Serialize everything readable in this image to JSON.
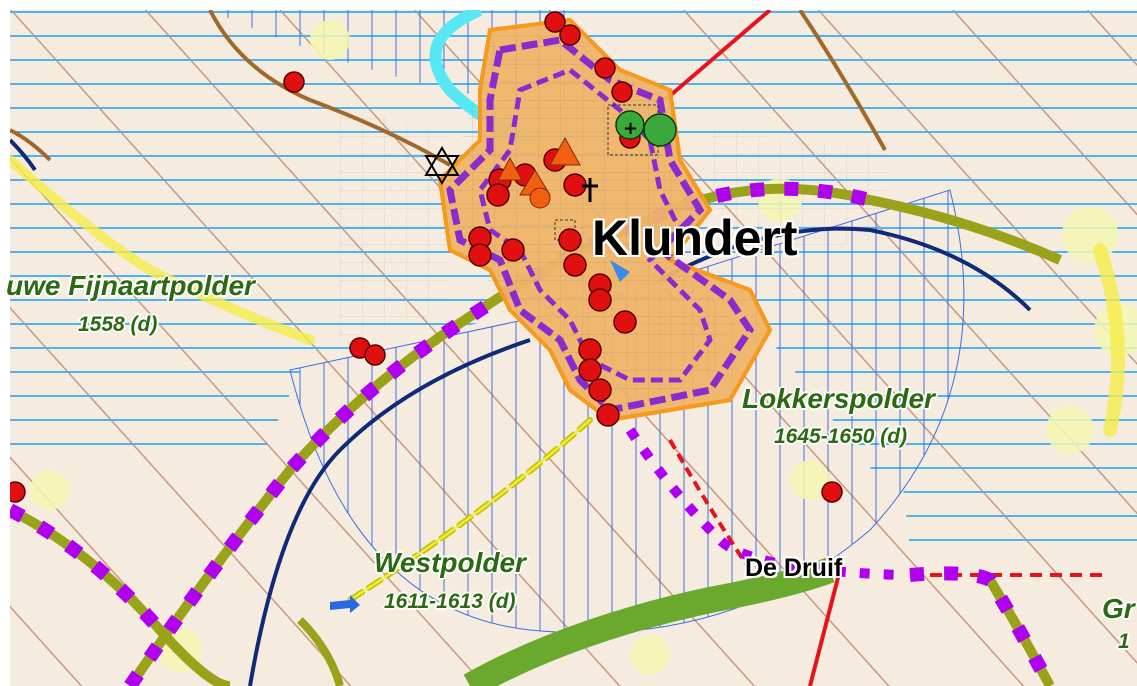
{
  "map": {
    "colors": {
      "background": "#f5ecdf",
      "hatch_diagonal": "#c8927a",
      "hatch_horizontal": "#4fb3ef",
      "hatch_vertical": "#3f6fe0",
      "town_area": "#f0b56a",
      "town_outline": "#f59a1e",
      "fortification": "#8a2bd0",
      "route_magenta": "#b000f0",
      "route_olive": "#9aa21a",
      "railway_yellow": "#f5ee4a",
      "road_red": "#e8121b",
      "water_navy": "#102a78",
      "canal_cyan": "#58e8f5",
      "dyke_brown": "#a0682a",
      "highway_green": "#6aa82e",
      "poi_red": "#e01010",
      "poi_orange": "#f06010",
      "poi_green": "#3aa83a",
      "label_green": "#2b6a12",
      "label_black": "#000000"
    },
    "labels": {
      "town_klundert": "Klundert",
      "hamlet_de_druif": "De Druif",
      "fijnaartpolder_name": "uwe Fijnaartpolder",
      "fijnaartpolder_date": "1558 (d)",
      "lokkerspolder_name": "Lokkerspolder",
      "lokkerspolder_date": "1645-1650 (d)",
      "westpolder_name": "Westpolder",
      "westpolder_date": "1611-1613 (d)",
      "edge_name_partial": "Gr",
      "edge_date_partial": "1"
    },
    "icons": [
      "star-of-david-icon",
      "cross-icon",
      "triangle-icon",
      "blue-arrow-icon",
      "red-dot-icon",
      "green-dot-icon"
    ]
  }
}
